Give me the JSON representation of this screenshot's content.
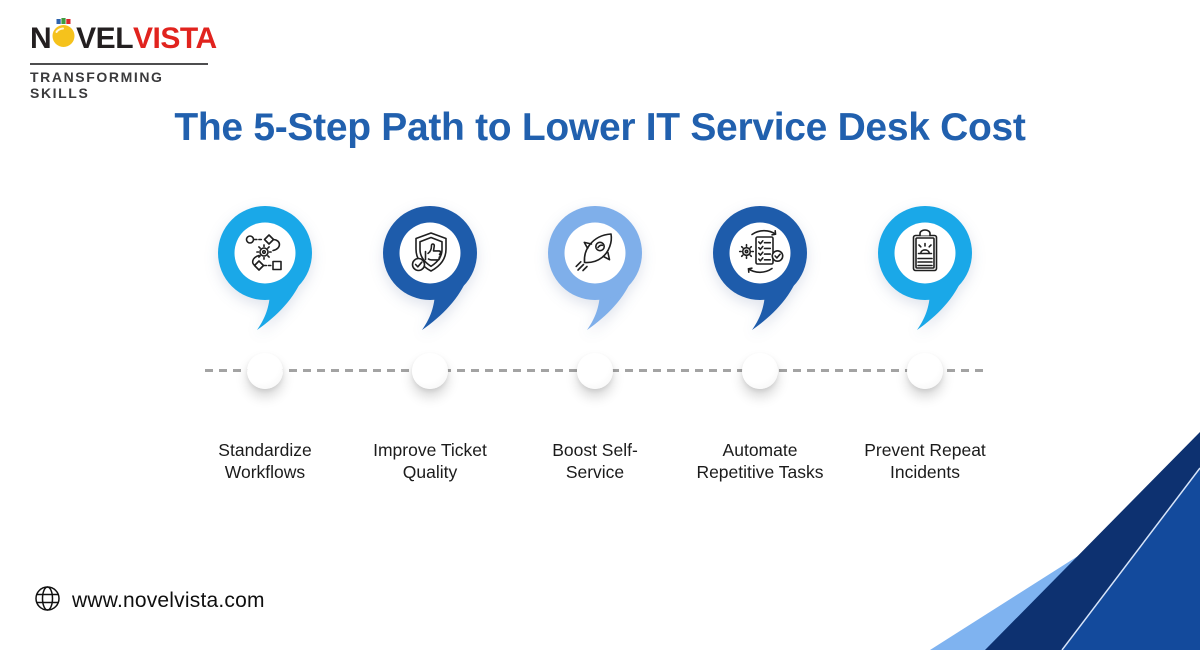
{
  "brand": {
    "name_prefix": "N",
    "name_mid": "VEL",
    "name_suffix": "VISTA",
    "tagline": "TRANSFORMING SKILLS",
    "bulb_icon": "lightbulb-logo-icon",
    "colors": {
      "dark": "#231f20",
      "red": "#e1231e",
      "bulb_yellow": "#f5c21c",
      "tile_blue": "#2e63ad",
      "tile_green": "#3f9b3f",
      "tile_red": "#d9262c"
    }
  },
  "title": {
    "text": "The 5-Step Path to Lower IT Service Desk Cost",
    "color": "#2160ae"
  },
  "steps": [
    {
      "label": "Standardize Workflows",
      "icon": "workflow-icon",
      "pin_color": "#1AA8E8"
    },
    {
      "label": "Improve Ticket Quality",
      "icon": "quality-shield-icon",
      "pin_color": "#1E5CAB"
    },
    {
      "label": "Boost Self-Service",
      "icon": "rocket-icon",
      "pin_color": "#7FAFEA"
    },
    {
      "label": "Automate Repetitive Tasks",
      "icon": "automation-checklist-icon",
      "pin_color": "#1E5CAB"
    },
    {
      "label": "Prevent Repeat Incidents",
      "icon": "incident-clipboard-icon",
      "pin_color": "#1AA8E8"
    }
  ],
  "timeline": {
    "dash_color": "#a3a3a3",
    "knob_color": "#ffffff"
  },
  "footer": {
    "website": "www.novelvista.com",
    "icon": "globe-icon"
  },
  "decoration": {
    "light_blue": "#7fb3f0",
    "navy_dark": "#0d3170",
    "navy": "#134a9c",
    "edge_line": "#d7e5fa"
  }
}
